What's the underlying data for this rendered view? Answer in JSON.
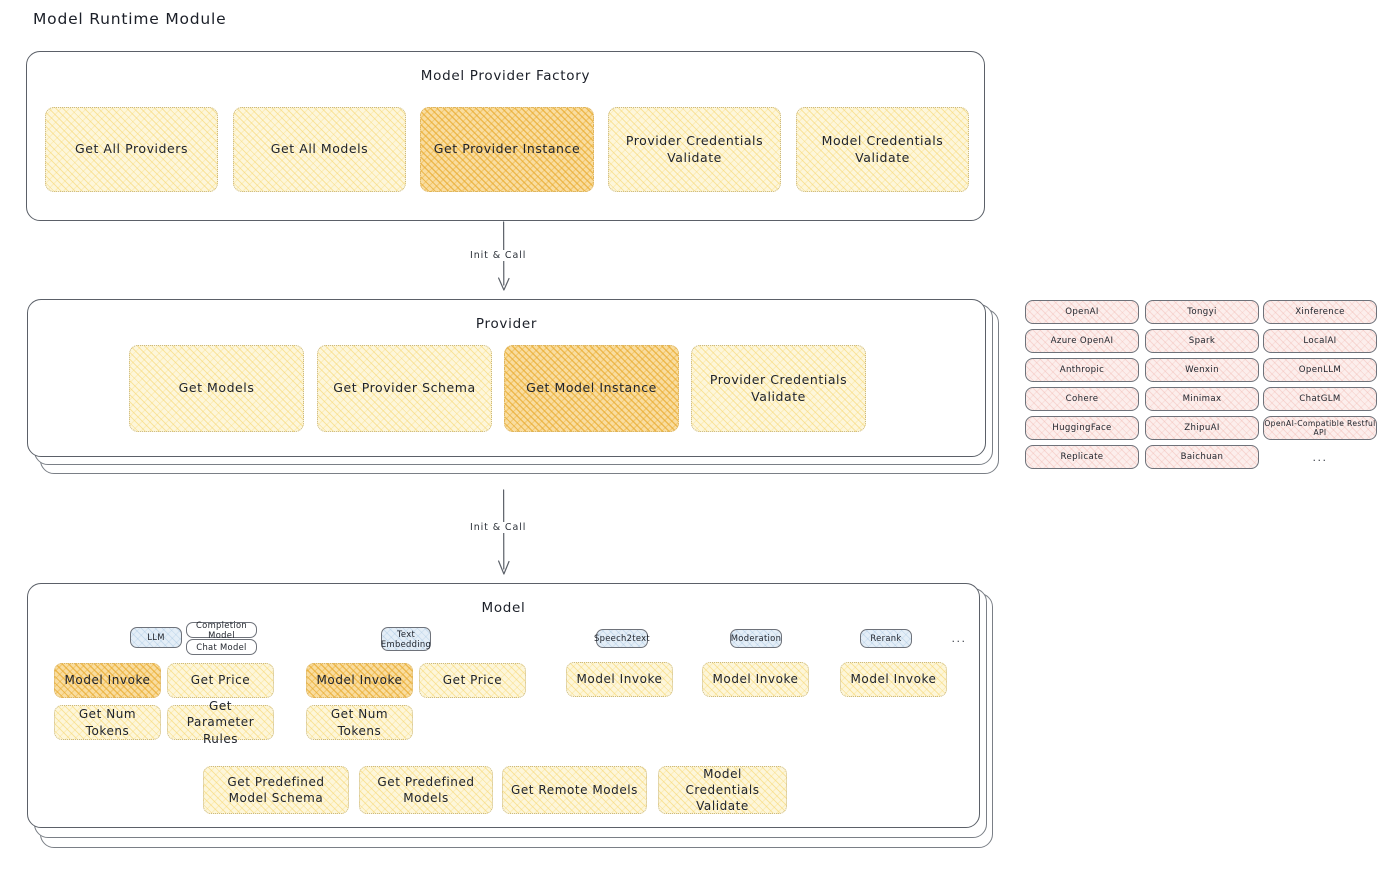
{
  "title": "Model Runtime Module",
  "colors": {
    "light_yellow": "#fdf6da",
    "deep_amber": "#f9dda0",
    "pink_chip": "#fceeec",
    "blue_chip": "#e4eef7",
    "panel_border": "#5b6068",
    "text": "#1f2430"
  },
  "factory": {
    "title": "Model Provider Factory",
    "boxes": [
      {
        "label": "Get All Providers",
        "highlight": false
      },
      {
        "label": "Get All Models",
        "highlight": false
      },
      {
        "label": "Get Provider Instance",
        "highlight": true
      },
      {
        "label": "Provider Credentials Validate",
        "highlight": false
      },
      {
        "label": "Model Credentials Validate",
        "highlight": false
      }
    ]
  },
  "arrows": [
    {
      "label": "Init & Call"
    },
    {
      "label": "Init & Call"
    }
  ],
  "provider": {
    "title": "Provider",
    "boxes": [
      {
        "label": "Get Models",
        "highlight": false
      },
      {
        "label": "Get Provider Schema",
        "highlight": false
      },
      {
        "label": "Get Model Instance",
        "highlight": true
      },
      {
        "label": "Provider Credentials Validate",
        "highlight": false
      }
    ]
  },
  "provider_list": {
    "columns": [
      [
        "OpenAI",
        "Azure OpenAI",
        "Anthropic",
        "Cohere",
        "HuggingFace",
        "Replicate"
      ],
      [
        "Tongyi",
        "Spark",
        "Wenxin",
        "Minimax",
        "ZhipuAI",
        "Baichuan"
      ],
      [
        "Xinference",
        "LocalAI",
        "OpenLLM",
        "ChatGLM",
        "OpenAI-Compatible Restful API"
      ]
    ],
    "more": "..."
  },
  "model": {
    "title": "Model",
    "more": "...",
    "types": [
      {
        "name": "LLM",
        "sub": [
          "Completion Model",
          "Chat Model"
        ],
        "actions": [
          {
            "label": "Model Invoke",
            "highlight": true
          },
          {
            "label": "Get Price",
            "highlight": false
          },
          {
            "label": "Get Num Tokens",
            "highlight": false
          },
          {
            "label": "Get Parameter Rules",
            "highlight": false
          }
        ]
      },
      {
        "name": "Text Embedding",
        "sub": [],
        "actions": [
          {
            "label": "Model Invoke",
            "highlight": true
          },
          {
            "label": "Get Price",
            "highlight": false
          },
          {
            "label": "Get Num Tokens",
            "highlight": false
          }
        ]
      },
      {
        "name": "Speech2text",
        "sub": [],
        "actions": [
          {
            "label": "Model Invoke",
            "highlight": false
          }
        ]
      },
      {
        "name": "Moderation",
        "sub": [],
        "actions": [
          {
            "label": "Model Invoke",
            "highlight": false
          }
        ]
      },
      {
        "name": "Rerank",
        "sub": [],
        "actions": [
          {
            "label": "Model Invoke",
            "highlight": false
          }
        ]
      }
    ],
    "common_actions": [
      "Get Predefined Model Schema",
      "Get Predefined Models",
      "Get Remote Models",
      "Model Credentials Validate"
    ]
  }
}
